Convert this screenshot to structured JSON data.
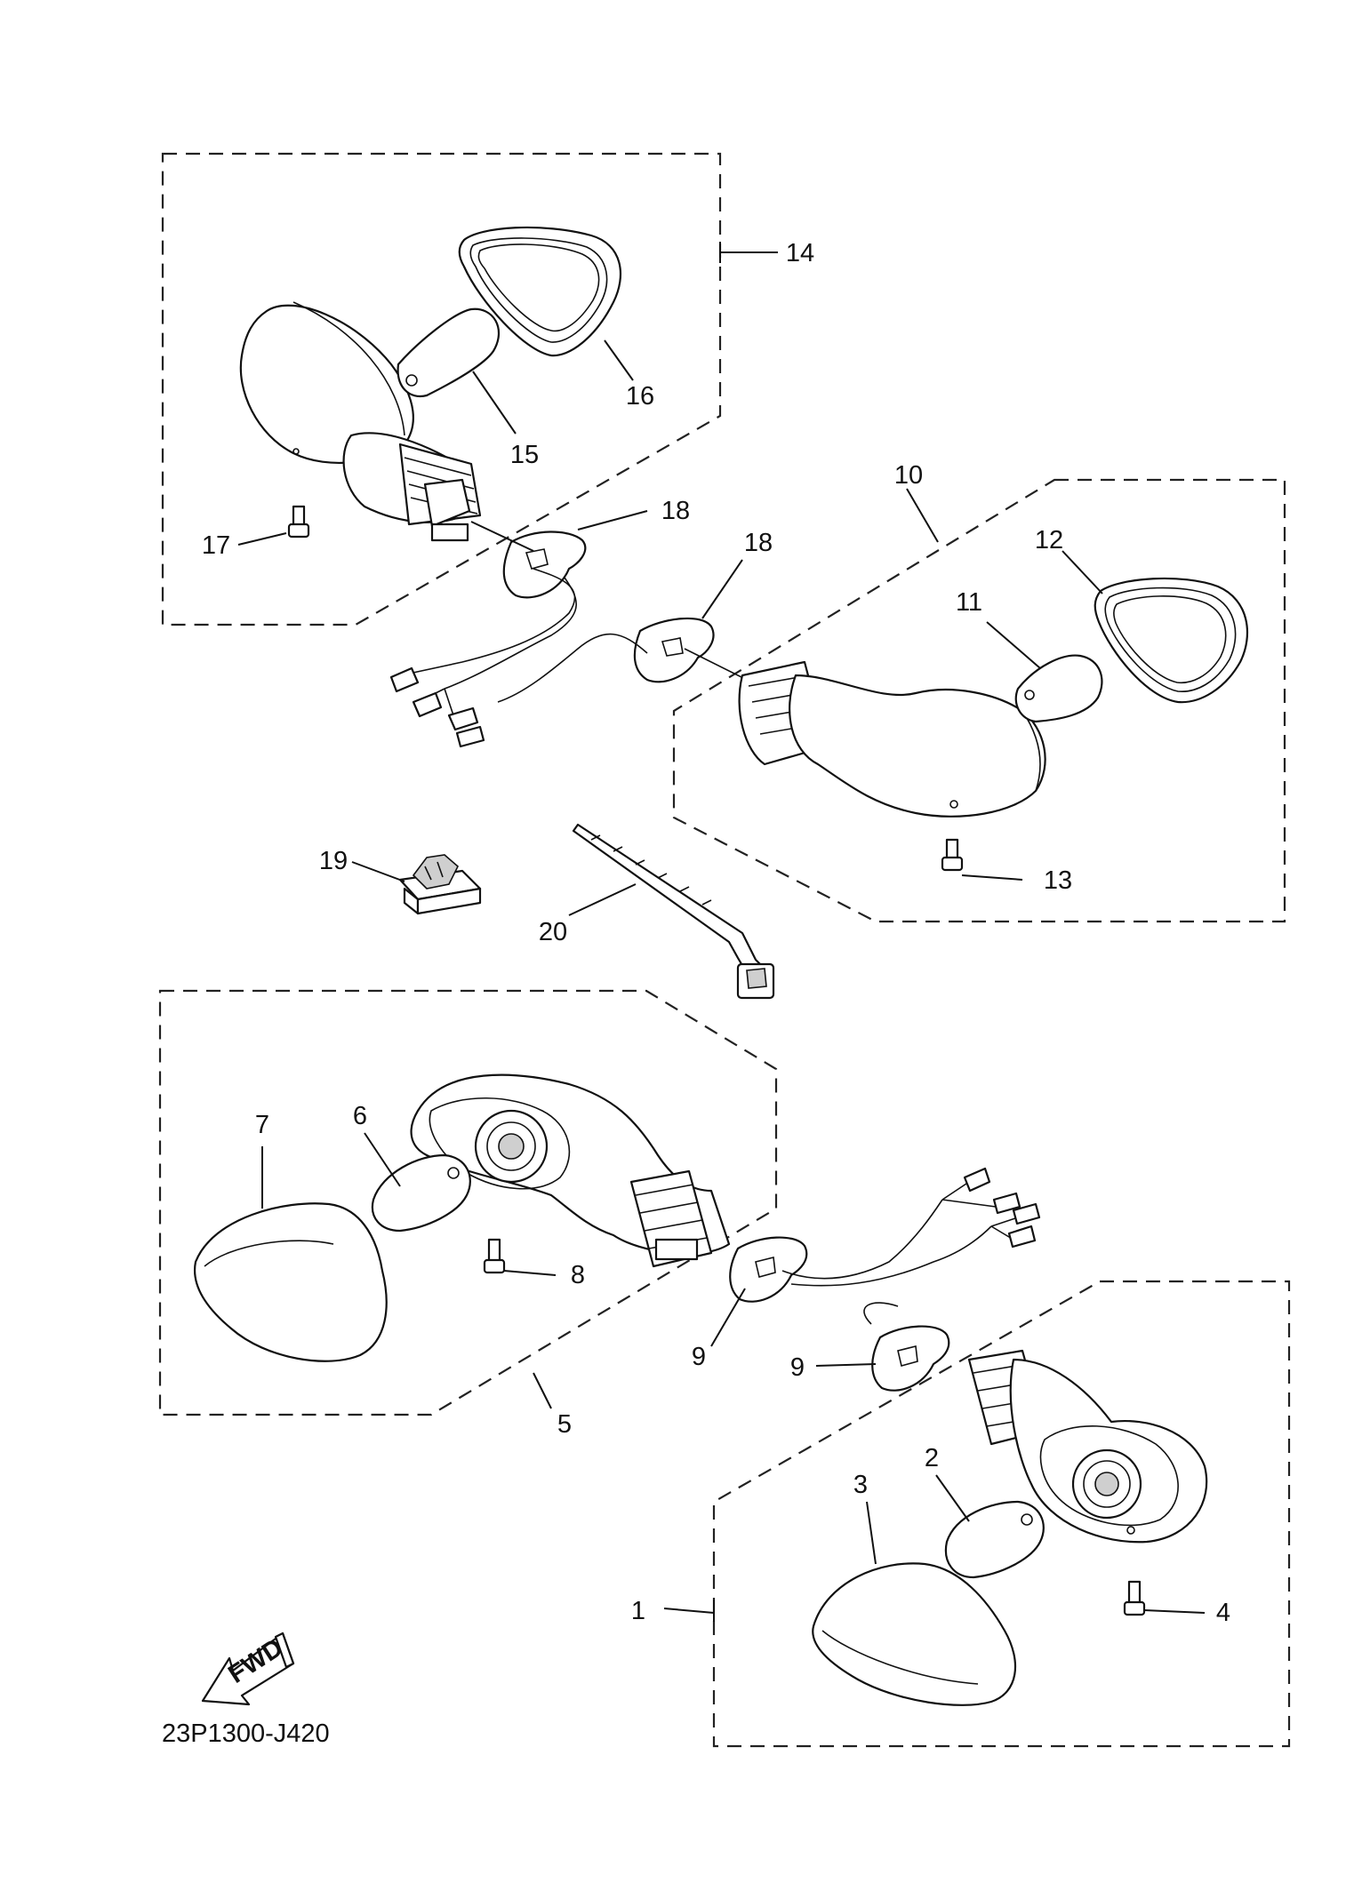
{
  "callouts": {
    "c1": "1",
    "c2": "2",
    "c3": "3",
    "c4": "4",
    "c5": "5",
    "c6": "6",
    "c7": "7",
    "c8": "8",
    "c9a": "9",
    "c9b": "9",
    "c10": "10",
    "c11": "11",
    "c12": "12",
    "c13": "13",
    "c14": "14",
    "c15": "15",
    "c16": "16",
    "c17": "17",
    "c18a": "18",
    "c18b": "18",
    "c19": "19",
    "c20": "20"
  },
  "direction_marker": {
    "label": "FWD",
    "icon": "forward-arrow-icon"
  },
  "diagram_code": "23P1300-J420"
}
